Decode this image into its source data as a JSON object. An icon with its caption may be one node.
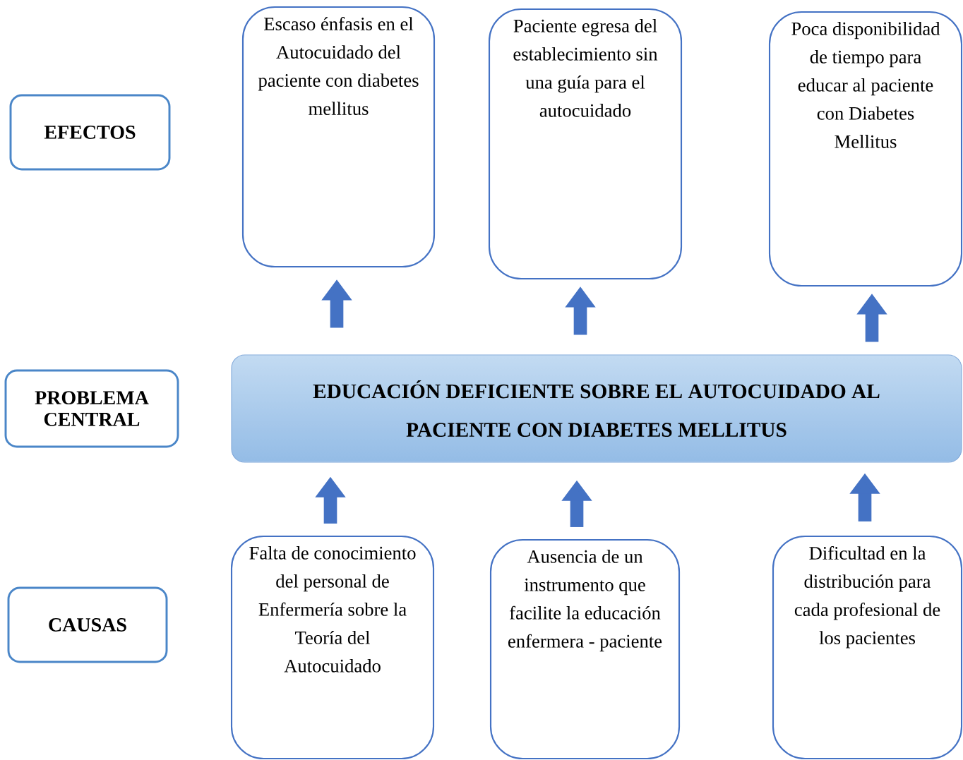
{
  "diagram": {
    "nodes": [
      {
        "text": [
          "EFECTOS"
        ]
      },
      {
        "text": [
          "PROBLEMA CENTRAL"
        ]
      },
      {
        "text": [
          "CAUSAS"
        ]
      },
      {
        "text": [
          "Escaso énfasis en el Autocuidado del paciente con diabetes mellitus"
        ]
      },
      {
        "text": [
          "Paciente egresa del establecimiento sin una guía para el autocuidado"
        ]
      },
      {
        "text": [
          "Poca disponibilidad de tiempo para educar al paciente con Diabetes Mellitus"
        ]
      },
      {
        "text": [
          "EDUCACIÓN DEFICIENTE SOBRE EL AUTOCUIDADO AL PACIENTE CON DIABETES MELLITUS"
        ]
      },
      {
        "text": [
          "Falta de conocimiento del personal de Enfermería sobre la Teoría del Autocuidado"
        ]
      },
      {
        "text": [
          "Ausencia de un instrumento que facilite la educación enfermera - paciente"
        ]
      },
      {
        "text": [
          "Dificultad en la distribución para cada profesional de los pacientes"
        ]
      }
    ],
    "edges": [
      {
        "from": 6,
        "to": 3,
        "arrow": "to"
      },
      {
        "from": 6,
        "to": 4,
        "arrow": "to"
      },
      {
        "from": 6,
        "to": 5,
        "arrow": "to"
      },
      {
        "from": 7,
        "to": 6,
        "arrow": "to"
      },
      {
        "from": 8,
        "to": 6,
        "arrow": "to"
      },
      {
        "from": 9,
        "to": 6,
        "arrow": "to"
      }
    ]
  }
}
